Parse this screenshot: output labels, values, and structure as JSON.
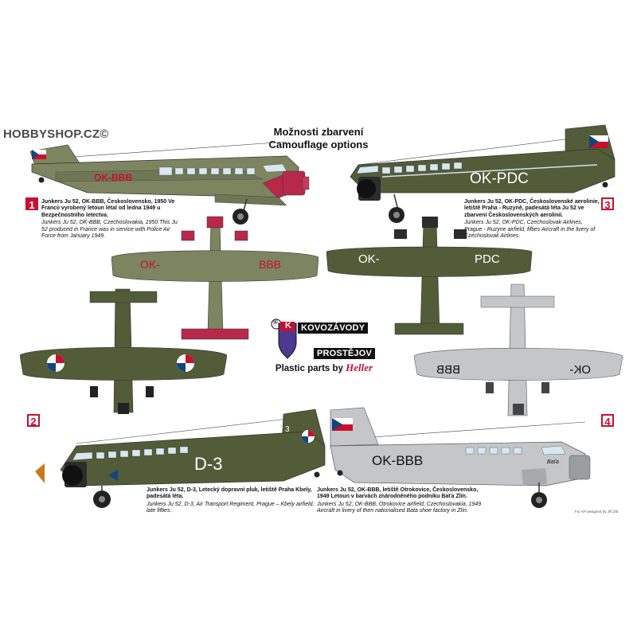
{
  "watermark": "HOBBYSHOP.CZ©",
  "title": {
    "line1": "Možnosti zbarvení",
    "line2": "Camouflage options"
  },
  "brand": {
    "logo_r_mark": "®",
    "logo_k": "K",
    "name_top": "KOVOZÁVODY",
    "name_bottom": "PROSTĚJOV",
    "plastic_text": "Plastic parts by",
    "heller": "Heller"
  },
  "options": [
    {
      "number": "1",
      "registration": "OK-BBB",
      "wing_left": "OK-",
      "wing_right": "BBB",
      "caption_cz": "Junkers Ju 52, OK-BBB, Československo, 1950 Ve Francii vyrobený letoun létal od ledna 1949 u Bezpečnostního letectva.",
      "caption_en": "Junkers Ju 52, OK-BBB, Czechoslovakia, 1950 This Ju 52 produced in France was in service with Police Air Force from January 1949."
    },
    {
      "number": "2",
      "registration": "D-3",
      "fin_number": "3",
      "caption_cz": "Junkers Ju 52, D-3, Letecký dopravní pluk, letiště Praha Kbely, padesátá léta.",
      "caption_en": "Junkers Ju 52, D-3, Air Transport Regiment, Prague – Kbely airfield, late fifties."
    },
    {
      "number": "3",
      "registration": "OK-PDC",
      "wing_left": "OK-",
      "wing_right": "PDC",
      "caption_cz": "Junkers Ju 52, OK-PDC, Československé aerolinie, letiště Praha - Ruzyně, padesátá léta Ju 52 ve zbarvení Československých aerolinií.",
      "caption_en": "Junkers Ju 52, OK-PDC, Czechoslovak Airlines, Prague - Ruzyne airfield, fifties Aircraft in the livery of Czechoslovak Airlines."
    },
    {
      "number": "4",
      "registration": "OK-BBB",
      "wing_left": "OK-",
      "wing_right": "BBB",
      "nose_text": "Baťa",
      "caption_cz": "Junkers Ju 52, OK-BBB, letiště Otrokovice, Československo, 1949 Letoun v barvách znárodněného podniku Baťa Zlín.",
      "caption_en": "Junkers Ju 52, OK-BBB, Otrokovice airfield, Czechoslovakia, 1949 Aircraft in livery of then nationalised Bata shoe factory in Zlín."
    }
  ],
  "credit": "For KP designed by Jiří Zíb",
  "colors": {
    "olive_light": "#7d8460",
    "olive_dark": "#525c38",
    "silver": "#c4c6c8",
    "red_engine": "#b8284a",
    "accent_red": "#c8102e",
    "window": "#d7e8f1"
  }
}
